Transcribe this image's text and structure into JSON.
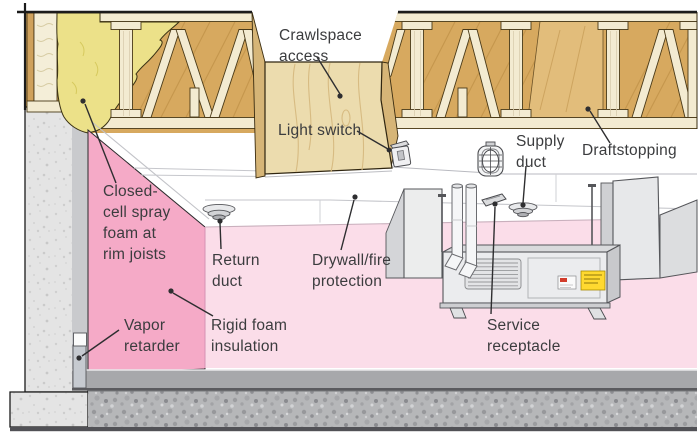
{
  "figure": {
    "labels": {
      "crawlspace_access": "Crawlspace\naccess",
      "light_switch": "Light switch",
      "supply_duct": "Supply\nduct",
      "draftstopping": "Draftstopping",
      "closed_cell_spray_foam": "Closed-\ncell spray\nfoam at\nrim joists",
      "return_duct": "Return\nduct",
      "drywall_fire_protection": "Drywall/fire\nprotection",
      "vapor_retarder": "Vapor\nretarder",
      "rigid_foam_insulation": "Rigid foam\ninsulation",
      "service_receptacle": "Service\nreceptacle"
    },
    "palette": {
      "wood_tan": "#d7a95f",
      "plywood": "#ecdcae",
      "lumber_cream": "#f3ebd1",
      "spray_foam_yellow": "#ece189",
      "foam_pink_dark": "#f5aac7",
      "foam_pink_light": "#fbdde9",
      "concrete_gray": "#e4e4e4",
      "slab_gray": "#a7a8ab",
      "label_text": "#3b3c3e"
    }
  }
}
